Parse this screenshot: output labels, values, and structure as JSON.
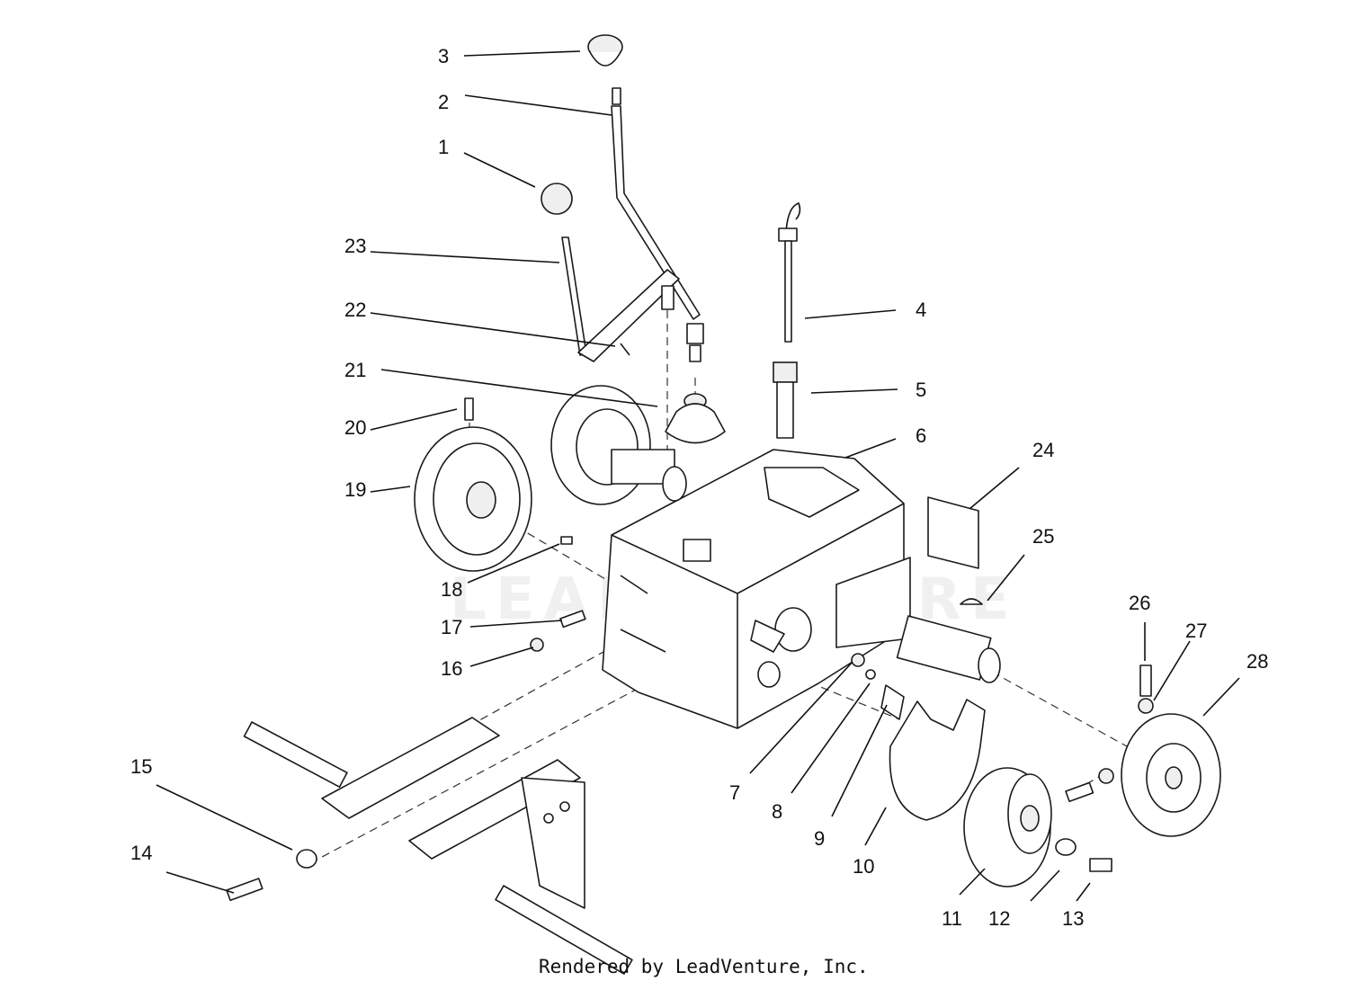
{
  "diagram": {
    "watermark": "LEADVENTURE",
    "credit": "Rendered by LeadVenture, Inc.",
    "callouts": [
      {
        "label": "1"
      },
      {
        "label": "2"
      },
      {
        "label": "3"
      },
      {
        "label": "4"
      },
      {
        "label": "5"
      },
      {
        "label": "6"
      },
      {
        "label": "7"
      },
      {
        "label": "8"
      },
      {
        "label": "9"
      },
      {
        "label": "10"
      },
      {
        "label": "11"
      },
      {
        "label": "12"
      },
      {
        "label": "13"
      },
      {
        "label": "14"
      },
      {
        "label": "15"
      },
      {
        "label": "16"
      },
      {
        "label": "17"
      },
      {
        "label": "18"
      },
      {
        "label": "19"
      },
      {
        "label": "20"
      },
      {
        "label": "21"
      },
      {
        "label": "22"
      },
      {
        "label": "23"
      },
      {
        "label": "24"
      },
      {
        "label": "25"
      },
      {
        "label": "26"
      },
      {
        "label": "27"
      },
      {
        "label": "28"
      }
    ]
  }
}
